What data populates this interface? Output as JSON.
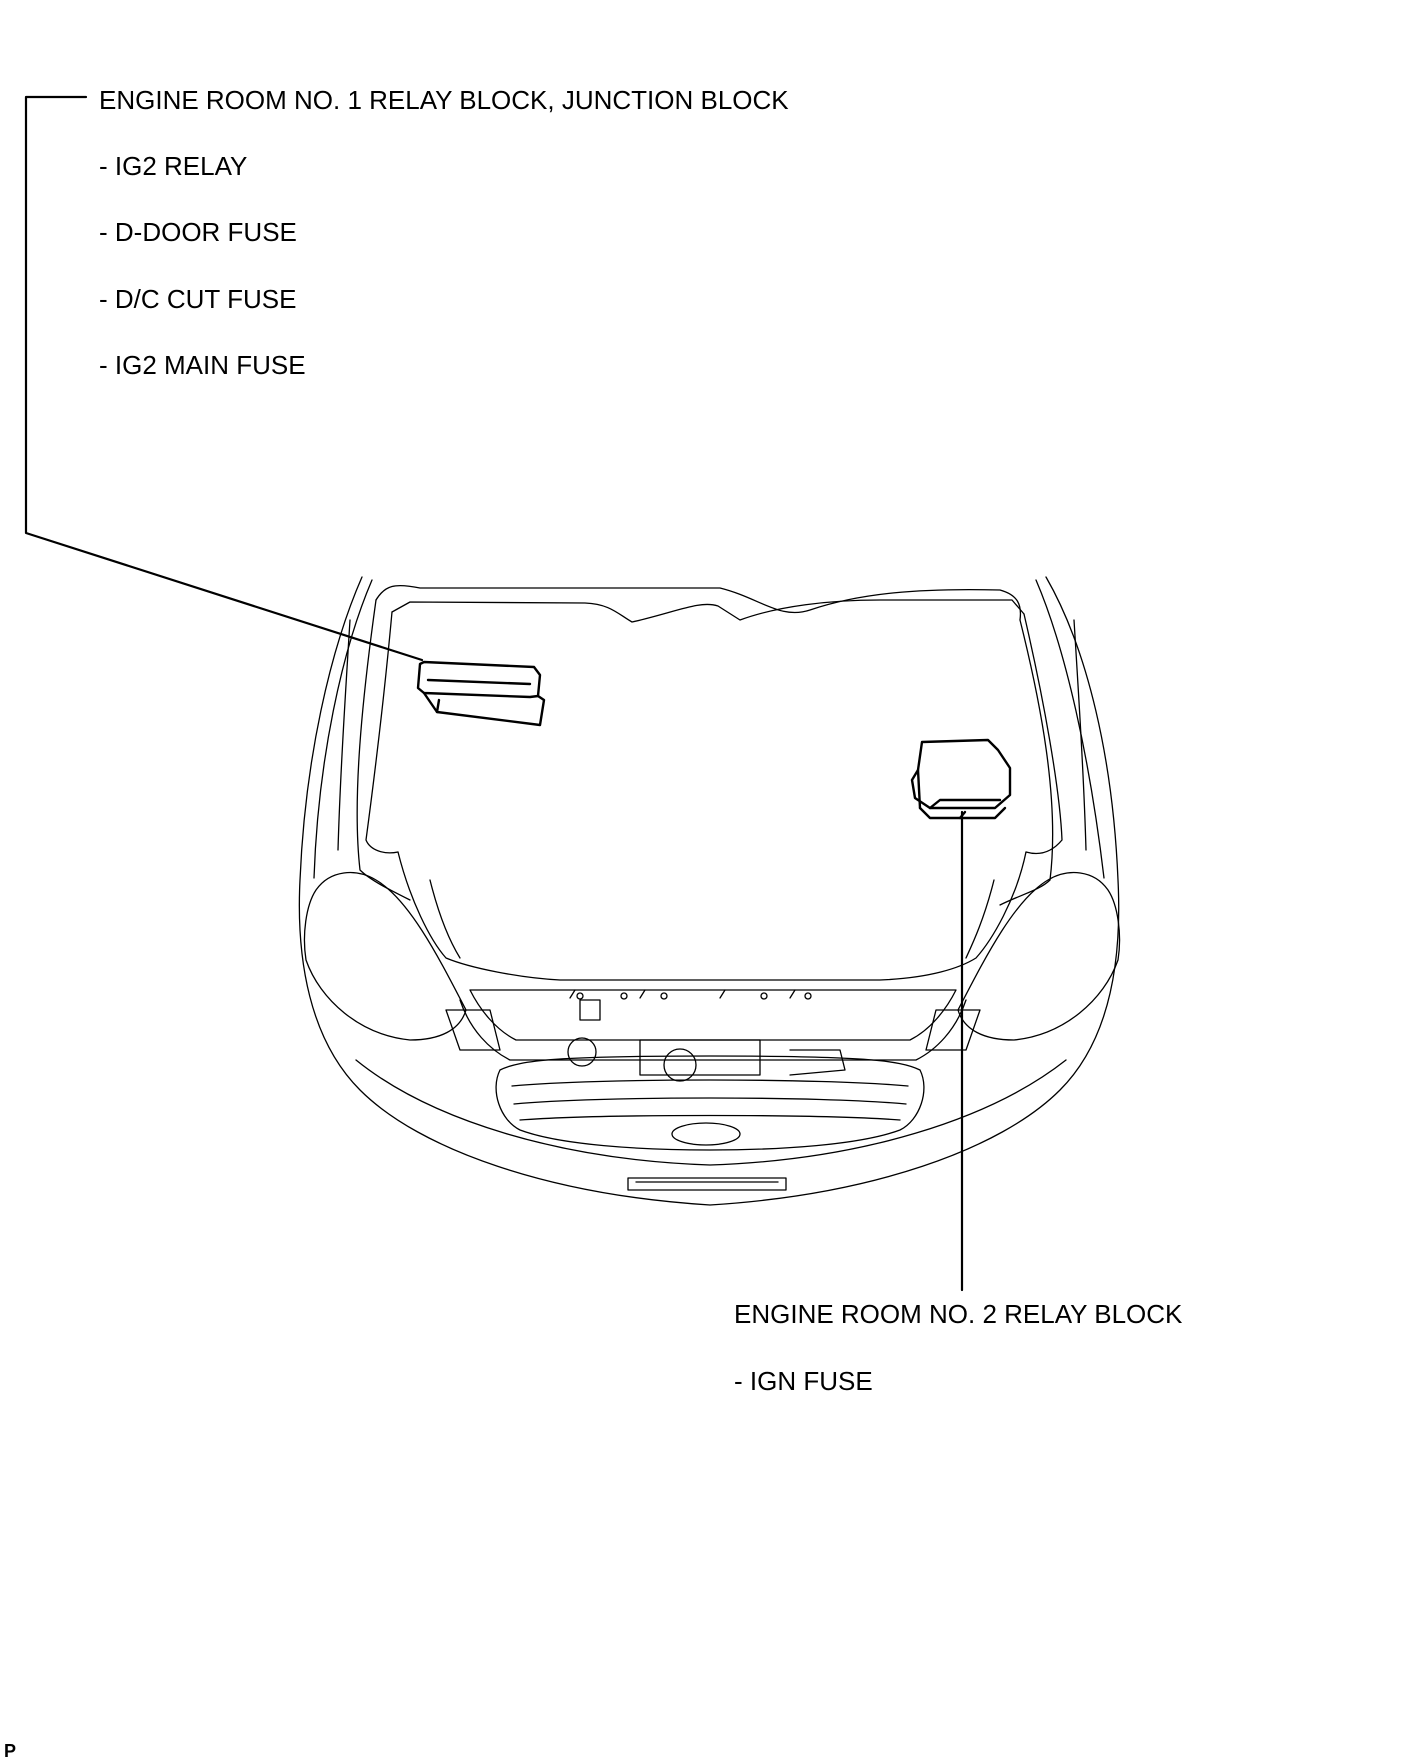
{
  "callout_1": {
    "title": "ENGINE ROOM NO. 1 RELAY BLOCK, JUNCTION BLOCK",
    "items": [
      "- IG2 RELAY",
      "- D-DOOR FUSE",
      "- D/C CUT FUSE",
      "- IG2 MAIN FUSE"
    ]
  },
  "callout_2": {
    "title": "ENGINE ROOM NO. 2 RELAY BLOCK",
    "items": [
      "- IGN FUSE"
    ]
  },
  "corner_mark": "P"
}
